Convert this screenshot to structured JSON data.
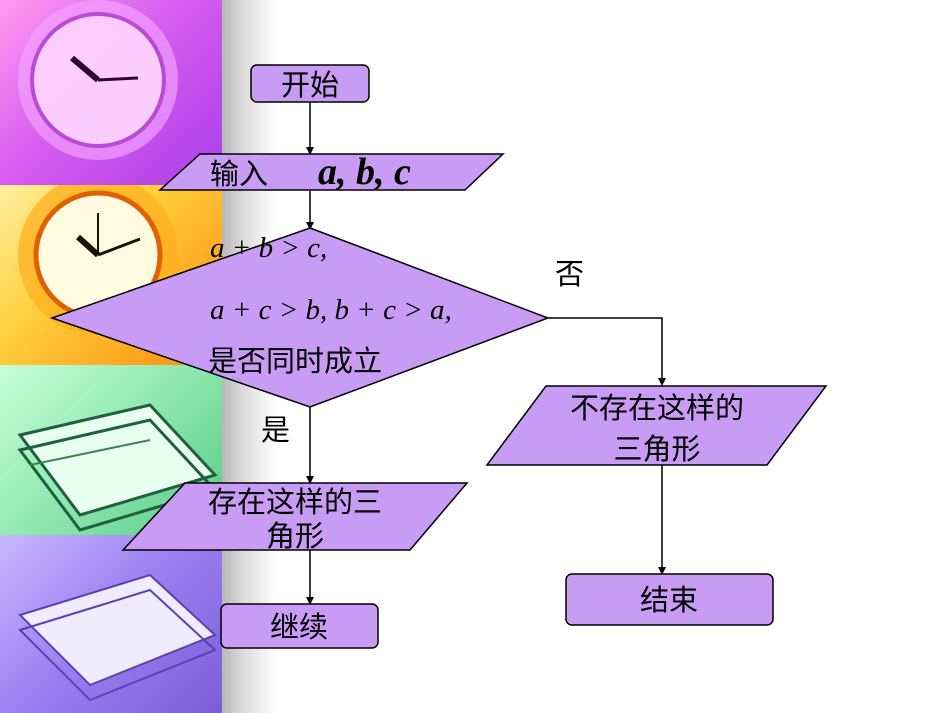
{
  "colors": {
    "node_fill": "#c89cf4",
    "stroke": "#000000"
  },
  "decorations": [
    "clock-image",
    "clock-image",
    "books-image",
    "papers-image"
  ],
  "flowchart": {
    "start": "开始",
    "input_label": "输入",
    "input_vars": "a, b, c",
    "cond_line1": "a + b > c,",
    "cond_line2": "a + c > b, b + c > a,",
    "cond_line3": "是否同时成立",
    "no_label": "否",
    "yes_label": "是",
    "yes_out_line1": "存在这样的三",
    "yes_out_line2": "角形",
    "no_out_line1": "不存在这样的",
    "no_out_line2": "三角形",
    "continue": "继续",
    "end": "结束"
  }
}
